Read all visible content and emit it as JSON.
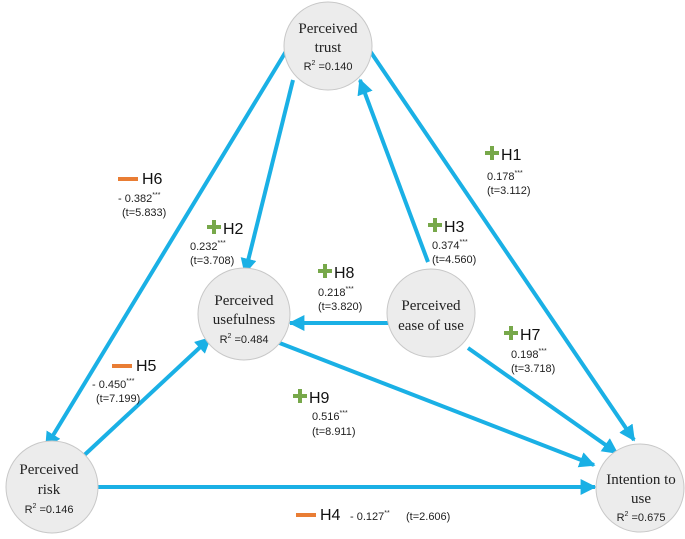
{
  "colors": {
    "arrow": "#1ab0e5",
    "positive": "#77a84a",
    "negative": "#e97d34",
    "node_fill": "#ececec",
    "node_stroke": "#c8c8c8"
  },
  "nodes": {
    "trust": {
      "line1": "Perceived",
      "line2": "trust",
      "r2_label": "R",
      "r2_value": "=0.140"
    },
    "usefulness": {
      "line1": "Perceived",
      "line2": "usefulness",
      "r2_label": "R",
      "r2_value": "=0.484"
    },
    "ease": {
      "line1": "Perceived",
      "line2": "ease of use"
    },
    "risk": {
      "line1": "Perceived",
      "line2": "risk",
      "r2_label": "R",
      "r2_value": "=0.146"
    },
    "intention": {
      "line1": "Intention to",
      "line2": "use",
      "r2_label": "R",
      "r2_value": "=0.675"
    }
  },
  "r2_superscript": "2",
  "hypotheses": {
    "h1": {
      "label": "H1",
      "sign": "positive",
      "coef": "0.178",
      "sig": "***",
      "t": "(t=3.112)"
    },
    "h2": {
      "label": "H2",
      "sign": "positive",
      "coef": "0.232",
      "sig": "***",
      "t": "(t=3.708)"
    },
    "h3": {
      "label": "H3",
      "sign": "positive",
      "coef": "0.374",
      "sig": "***",
      "t": "(t=4.560)"
    },
    "h4": {
      "label": "H4",
      "sign": "negative",
      "coef": "- 0.127",
      "sig": "**",
      "t": "(t=2.606)"
    },
    "h5": {
      "label": "H5",
      "sign": "negative",
      "coef": "- 0.450",
      "sig": "***",
      "t": "(t=7.199)"
    },
    "h6": {
      "label": "H6",
      "sign": "negative",
      "coef": "- 0.382",
      "sig": "***",
      "t": "(t=5.833)"
    },
    "h7": {
      "label": "H7",
      "sign": "positive",
      "coef": "0.198",
      "sig": "***",
      "t": "(t=3.718)"
    },
    "h8": {
      "label": "H8",
      "sign": "positive",
      "coef": "0.218",
      "sig": "***",
      "t": "(t=3.820)"
    },
    "h9": {
      "label": "H9",
      "sign": "positive",
      "coef": "0.516",
      "sig": "***",
      "t": "(t=8.911)"
    }
  }
}
